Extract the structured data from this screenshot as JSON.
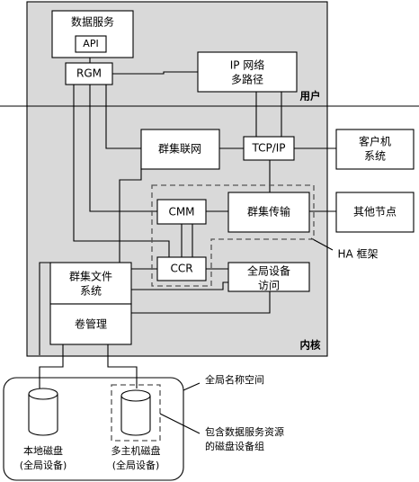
{
  "regions": {
    "user": "用户",
    "kernel": "内核"
  },
  "components": {
    "data_service": "数据服务",
    "api": "API",
    "rgm": "RGM",
    "ip_multipath": [
      "IP 网络",
      "多路径"
    ],
    "cluster_network": "群集联网",
    "tcp_ip": "TCP/IP",
    "client_system": [
      "客户机",
      "系统"
    ],
    "cmm": "CMM",
    "cluster_transport": "群集传输",
    "other_nodes": "其他节点",
    "ha_framework": "HA 框架",
    "ccr": "CCR",
    "cluster_file_system": [
      "群集文件",
      "系统"
    ],
    "global_device_access": [
      "全局设备",
      "访问"
    ],
    "volume_management": "卷管理"
  },
  "storage": {
    "global_namespace": "全局名称空间",
    "local_disk": [
      "本地磁盘",
      "(全局设备)"
    ],
    "multihost_disk": [
      "多主机磁盘",
      "(全局设备)"
    ],
    "disk_device_group": [
      "包含数据服务资源",
      "的磁盘设备组"
    ]
  }
}
